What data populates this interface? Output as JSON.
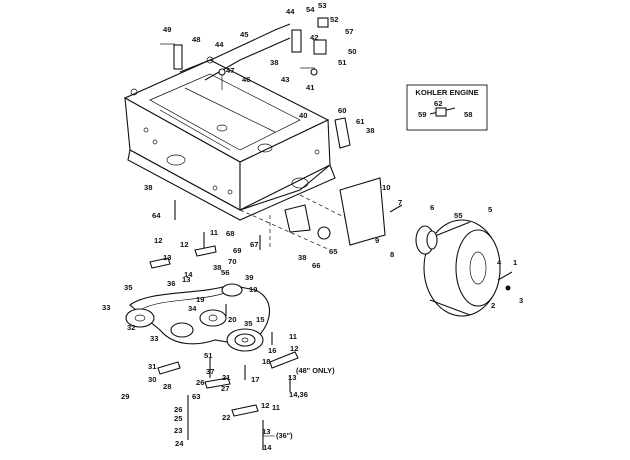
{
  "callouts": [
    {
      "label": "54"
    },
    {
      "label": "53"
    },
    {
      "label": "52"
    },
    {
      "label": "44"
    },
    {
      "label": "49"
    },
    {
      "label": "48"
    },
    {
      "label": "44"
    },
    {
      "label": "45"
    },
    {
      "label": "42"
    },
    {
      "label": "57"
    },
    {
      "label": "50"
    },
    {
      "label": "38"
    },
    {
      "label": "51"
    },
    {
      "label": "47"
    },
    {
      "label": "46"
    },
    {
      "label": "43"
    },
    {
      "label": "41"
    },
    {
      "label": "40"
    },
    {
      "label": "60"
    },
    {
      "label": "61"
    },
    {
      "label": "38"
    },
    {
      "label": "38"
    },
    {
      "label": "10"
    },
    {
      "label": "64"
    },
    {
      "label": "7"
    },
    {
      "label": "6"
    },
    {
      "label": "55"
    },
    {
      "label": "5"
    },
    {
      "label": "11"
    },
    {
      "label": "68"
    },
    {
      "label": "67"
    },
    {
      "label": "65"
    },
    {
      "label": "9"
    },
    {
      "label": "8"
    },
    {
      "label": "12"
    },
    {
      "label": "12"
    },
    {
      "label": "69"
    },
    {
      "label": "13"
    },
    {
      "label": "70"
    },
    {
      "label": "38"
    },
    {
      "label": "66"
    },
    {
      "label": "13"
    },
    {
      "label": "14"
    },
    {
      "label": "38"
    },
    {
      "label": "4"
    },
    {
      "label": "1"
    },
    {
      "label": "56"
    },
    {
      "label": "39"
    },
    {
      "label": "3"
    },
    {
      "label": "2"
    },
    {
      "label": "36"
    },
    {
      "label": "35"
    },
    {
      "label": "19"
    },
    {
      "label": "19"
    },
    {
      "label": "33"
    },
    {
      "label": "34"
    },
    {
      "label": "35"
    },
    {
      "label": "32"
    },
    {
      "label": "33"
    },
    {
      "label": "15"
    },
    {
      "label": "20"
    },
    {
      "label": "11"
    },
    {
      "label": "16"
    },
    {
      "label": "12"
    },
    {
      "label": "18"
    },
    {
      "label": "51"
    },
    {
      "label": "31"
    },
    {
      "label": "37"
    },
    {
      "label": "30"
    },
    {
      "label": "28"
    },
    {
      "label": "26"
    },
    {
      "label": "27"
    },
    {
      "label": "21"
    },
    {
      "label": "17"
    },
    {
      "label": "13"
    },
    {
      "label": "29"
    },
    {
      "label": "63"
    },
    {
      "label": "22"
    },
    {
      "label": "14,36"
    },
    {
      "label": "26"
    },
    {
      "label": "25"
    },
    {
      "label": "23"
    },
    {
      "label": "24"
    },
    {
      "label": "11"
    },
    {
      "label": "12"
    },
    {
      "label": "13"
    },
    {
      "label": "14"
    }
  ],
  "notes": {
    "fortyeight_only": "(48\" ONLY)",
    "thirtysix": "(36\")"
  },
  "kohler_box": {
    "title": "KOHLER ENGINE",
    "labels": [
      "62",
      "59",
      "58"
    ]
  }
}
